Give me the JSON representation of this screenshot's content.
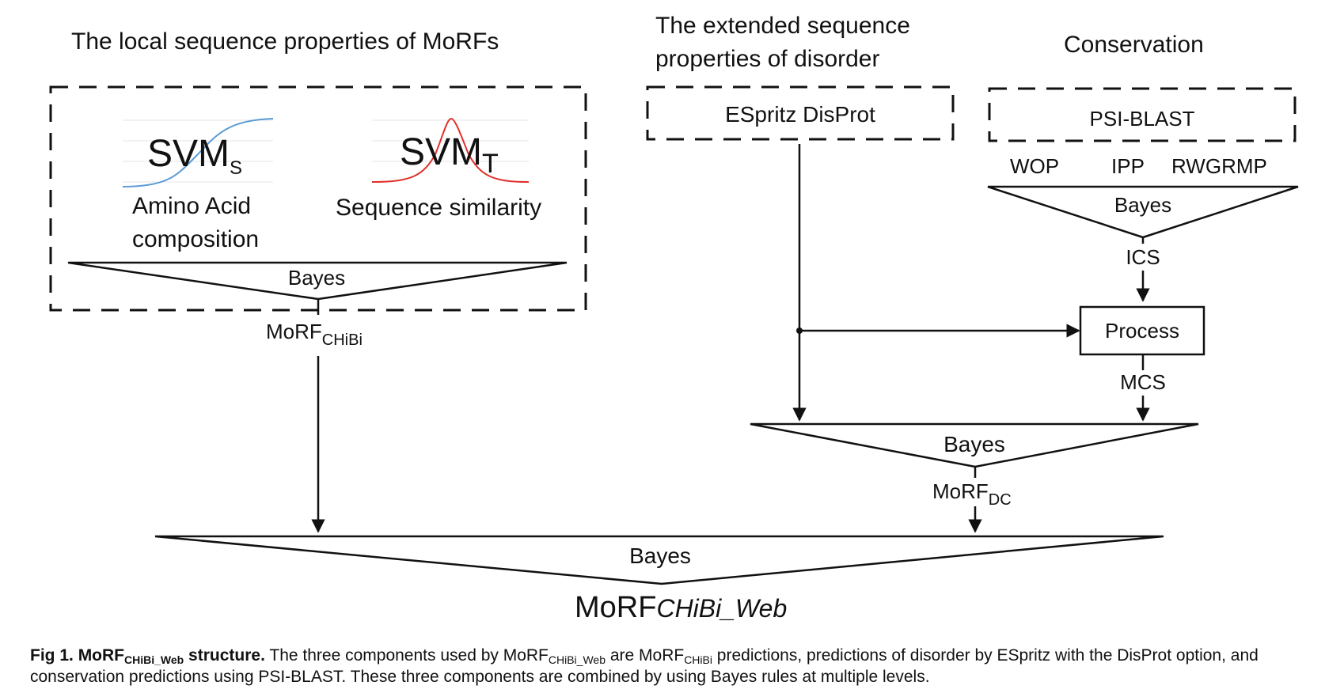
{
  "sections": {
    "local_title": "The local sequence properties of MoRFs",
    "extended_title_line1": "The extended sequence",
    "extended_title_line2": "properties of disorder",
    "conservation_title": "Conservation"
  },
  "local": {
    "svm_s_main": "SVM",
    "svm_s_sub": "S",
    "svm_t_main": "SVM",
    "svm_t_sub": "T",
    "aa_line1": "Amino Acid",
    "aa_line2": "composition",
    "seq_sim": "Sequence similarity",
    "bayes": "Bayes",
    "output_main": "MoRF",
    "output_sub": "CHiBi"
  },
  "extended": {
    "espritz": "ESpritz DisProt"
  },
  "conservation": {
    "psiblast": "PSI-BLAST",
    "wop": "WOP",
    "ipp": "IPP",
    "rwgrmp": "RWGRMP",
    "bayes": "Bayes",
    "ics": "ICS",
    "process": "Process",
    "mcs": "MCS"
  },
  "dc": {
    "bayes": "Bayes",
    "output_main": "MoRF",
    "output_sub": "DC"
  },
  "final": {
    "bayes": "Bayes",
    "output_main": "MoRF",
    "output_sub": "CHiBi_Web"
  },
  "caption": {
    "fig_label": "Fig 1.",
    "title_main": "MoRF",
    "title_sub": "CHiBi_Web",
    "title_rest": " structure.",
    "t1": " The three components used by MoRF",
    "t1_sub": "CHiBi_Web",
    "t2": " are MoRF",
    "t2_sub": "CHiBi",
    "t3": " predictions, predictions of disorder by ESpritz with the DisProt option, and conservation predictions using PSI-BLAST. These three components are combined by using Bayes rules at multiple levels."
  },
  "colors": {
    "sigmoid": "#5b9bd5",
    "gaussian": "#e0302a",
    "ink": "#111111"
  }
}
